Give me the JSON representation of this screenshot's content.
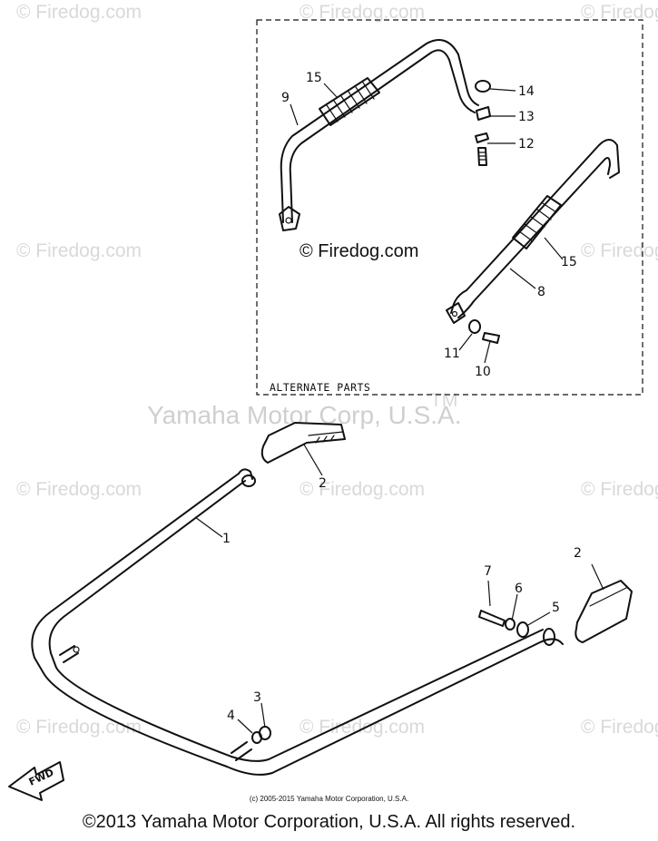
{
  "watermarks": {
    "firedog": "© Firedog.com",
    "yamaha": "Yamaha Motor Corp, U.S.A.",
    "tm": "TM"
  },
  "inset": {
    "label": "ALTERNATE PARTS",
    "center_watermark": "© Firedog.com"
  },
  "callouts": {
    "n1": "1",
    "n2": "2",
    "n3": "3",
    "n4": "4",
    "n5": "5",
    "n6": "6",
    "n7": "7",
    "n8": "8",
    "n9": "9",
    "n10": "10",
    "n11": "11",
    "n12": "12",
    "n13": "13",
    "n14": "14",
    "n15": "15"
  },
  "fwd_label": "FWD",
  "footer": {
    "small": "(c) 2005-2015 Yamaha Motor Corporation, U.S.A.",
    "main": "©2013 Yamaha Motor Corporation, U.S.A. All rights reserved."
  }
}
